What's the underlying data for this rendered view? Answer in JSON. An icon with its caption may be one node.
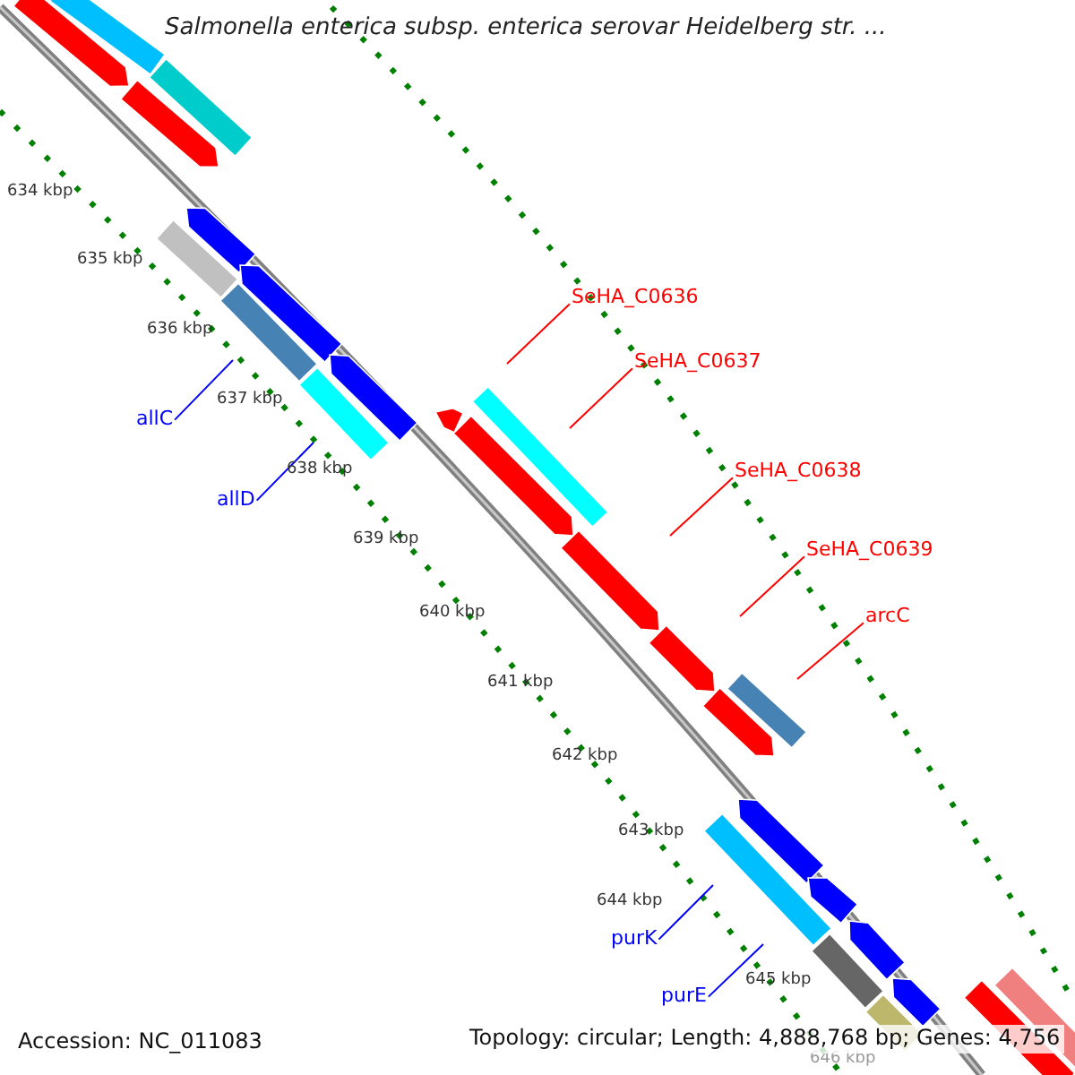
{
  "diagram": {
    "title": "Salmonella enterica subsp. enterica serovar Heidelberg str. ...",
    "nodes": [
      {
        "text": [
          "SeHA_C0636"
        ]
      },
      {
        "text": [
          "SeHA_C0637"
        ]
      },
      {
        "text": [
          "allC"
        ]
      },
      {
        "text": [
          "SeHA_C0638"
        ]
      },
      {
        "text": [
          "allD"
        ]
      },
      {
        "text": [
          "SeHA_C0639"
        ]
      },
      {
        "text": [
          "arcC"
        ]
      },
      {
        "text": [
          "purK"
        ]
      },
      {
        "text": [
          "purE"
        ]
      }
    ],
    "edges": [
      {
        "from": 0,
        "to": null,
        "arrow": "none"
      },
      {
        "from": 1,
        "to": null,
        "arrow": "none"
      },
      {
        "from": 2,
        "to": null,
        "arrow": "none",
        "color": "#0000ff"
      },
      {
        "from": 3,
        "to": null,
        "arrow": "none"
      },
      {
        "from": 4,
        "to": null,
        "arrow": "none",
        "color": "#0000ff"
      },
      {
        "from": 5,
        "to": null,
        "arrow": "none"
      },
      {
        "from": 6,
        "to": null,
        "arrow": "none"
      },
      {
        "from": 7,
        "to": null,
        "arrow": "none",
        "color": "#0000ff"
      },
      {
        "from": 8,
        "to": null,
        "arrow": "none",
        "color": "#0000ff"
      }
    ],
    "labels": [
      "634 kbp",
      "635 kbp",
      "636 kbp",
      "637 kbp",
      "638 kbp",
      "639 kbp",
      "640 kbp",
      "641 kbp",
      "642 kbp",
      "643 kbp",
      "644 kbp",
      "645 kbp",
      "646 kbp",
      "Accession: NC_011083",
      "Topology: circular; Length: 4,888,768 bp; Genes: 4,756"
    ]
  }
}
